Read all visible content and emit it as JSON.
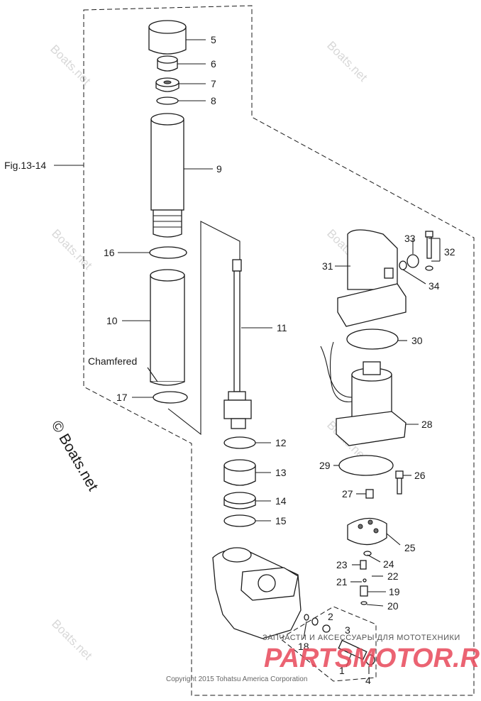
{
  "diagram": {
    "figure_ref": "Fig.13-14",
    "chamfer_note": "Chamfered",
    "callouts": [
      "1",
      "2",
      "3",
      "4",
      "5",
      "6",
      "7",
      "8",
      "9",
      "10",
      "11",
      "12",
      "13",
      "14",
      "15",
      "16",
      "17",
      "18",
      "19",
      "20",
      "21",
      "22",
      "23",
      "24",
      "25",
      "26",
      "27",
      "28",
      "29",
      "30",
      "31",
      "32",
      "33",
      "34"
    ]
  },
  "watermarks": {
    "site": "© Boats.net",
    "corner": "Boats.net"
  },
  "footer": {
    "copyright": "Copyright 2015 Tohatsu America Corporation"
  },
  "overlay_brand": {
    "name": "PARTSMOTOR.RU",
    "tagline": "ЗАПЧАСТИ И АКСЕССУАРЫ ДЛЯ МОТОТЕХНИКИ"
  }
}
